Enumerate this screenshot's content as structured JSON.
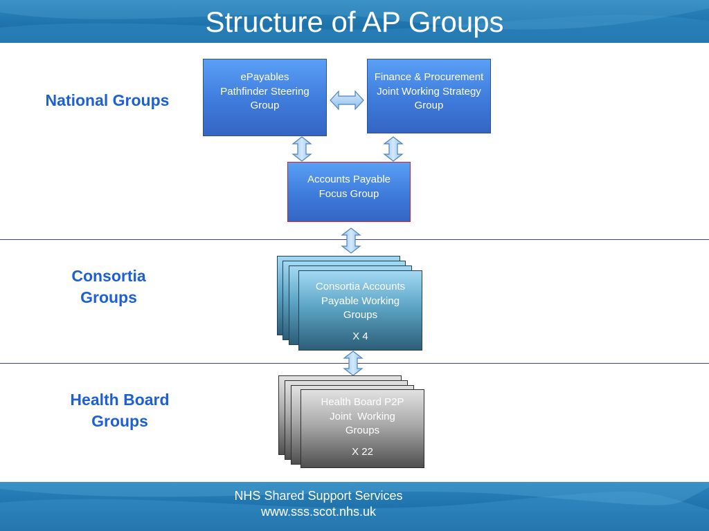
{
  "header": {
    "title": "Structure of AP Groups"
  },
  "sections": {
    "national": "National Groups",
    "consortia": "Consortia Groups",
    "health_board": "Health Board Groups"
  },
  "boxes": {
    "epayables": "ePayables Pathfinder Steering Group",
    "finance": "Finance & Procurement Joint Working Strategy Group",
    "ap_focus": "Accounts Payable Focus Group",
    "consortia": {
      "label": "Consortia Accounts Payable Working Groups",
      "count": "X 4"
    },
    "health_board": {
      "label": "Health Board P2P Joint  Working Groups",
      "count": "X 22"
    }
  },
  "footer": {
    "org": "NHS Shared Support Services",
    "url": "www.sss.scot.nhs.uk"
  }
}
